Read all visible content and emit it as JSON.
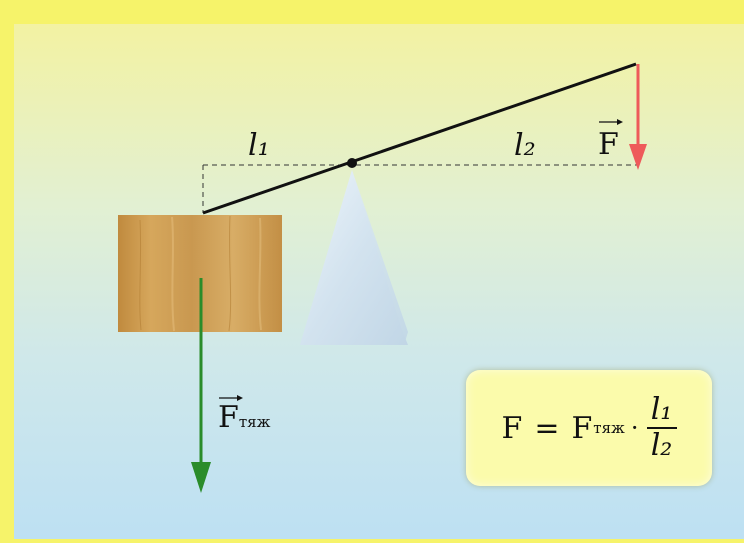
{
  "labels": {
    "l1": "l₁",
    "l2": "l₂",
    "force": "F",
    "gravity_main": "F",
    "gravity_sub": "тяж"
  },
  "formula": {
    "lhs": "F",
    "equals": "=",
    "rhs_main": "F",
    "rhs_sub": "тяж",
    "dot": "·",
    "numerator": "l₁",
    "denominator": "l₂"
  },
  "colors": {
    "background_top": "#f6f36a",
    "background_bottom": "#bfe0f2",
    "force_arrow": "#ee5a5a",
    "gravity_arrow": "#2a8c2a",
    "block": "#c7974e",
    "fulcrum": "#d6e6f2",
    "formula_box": "#fbfbab"
  }
}
